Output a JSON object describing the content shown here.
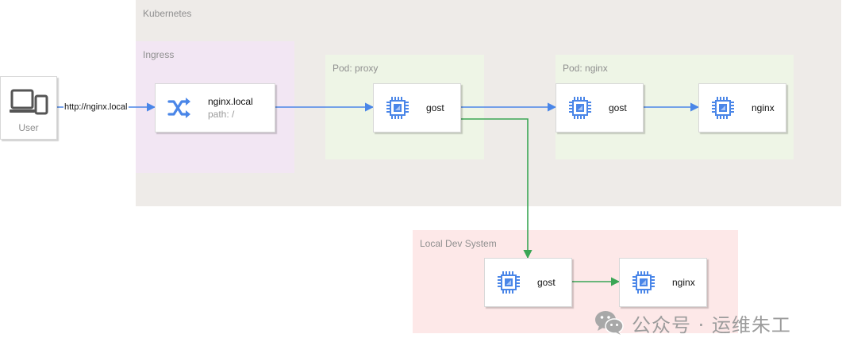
{
  "groups": {
    "kubernetes": "Kubernetes",
    "ingress": "Ingress",
    "pod_proxy": "Pod: proxy",
    "pod_nginx": "Pod: nginx",
    "local_dev": "Local Dev System"
  },
  "nodes": {
    "user": "User",
    "ingress_title": "nginx.local",
    "ingress_path": "path: /",
    "proxy_gost": "gost",
    "pod_gost": "gost",
    "pod_nginx": "nginx",
    "local_gost": "gost",
    "local_nginx": "nginx"
  },
  "edges": {
    "user_to_ingress": "http://nginx.local"
  },
  "watermark": "公众号 · 运维朱工",
  "colors": {
    "kubernetes_bg": "#eeebe8",
    "ingress_bg": "#f2e6f3",
    "pod_bg": "#eef5e6",
    "local_dev_bg": "#fde8e8",
    "edge_blue": "#4a86e8",
    "edge_green": "#3aa655",
    "icon_blue": "#4a86e8"
  },
  "icons": {
    "user": "devices-icon",
    "ingress": "shuffle-icon",
    "gost_nginx": "chip-icon",
    "watermark": "wechat-icon"
  }
}
